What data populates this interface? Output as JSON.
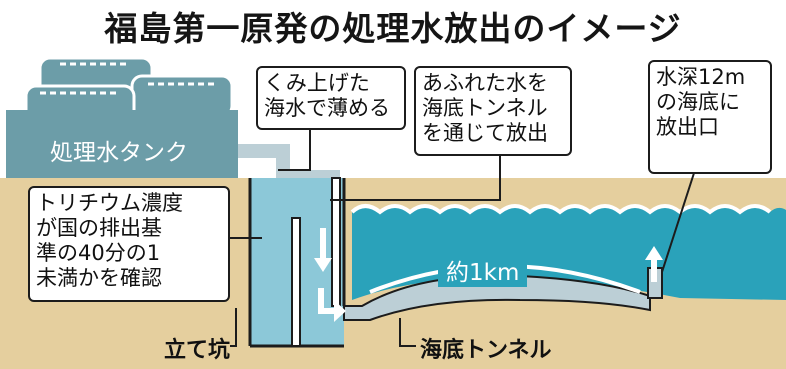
{
  "title": "福島第一原発の処理水放出のイメージ",
  "labels": {
    "tank": "処理水タンク",
    "dilute": "くみ上げた\n海水で薄める",
    "overflow": "あふれた水を\n海底トンネル\nを通じて放出",
    "outlet": "水深12m\nの海底に\n放出口",
    "tritium": "トリチウム濃度\nが国の排出基\n準の40分の1\n未満かを確認",
    "shaft": "立て坑",
    "tunnel": "海底トンネル",
    "distance": "約1km"
  },
  "colors": {
    "tank": "#6c9da8",
    "ground": "#e5cf9e",
    "sea": "#2aa2ba",
    "water": "#8cc8d8",
    "pipe": "#bccfd6",
    "outline": "#1c1c1c"
  },
  "icons": {
    "arrows": "white-flow-arrow"
  }
}
